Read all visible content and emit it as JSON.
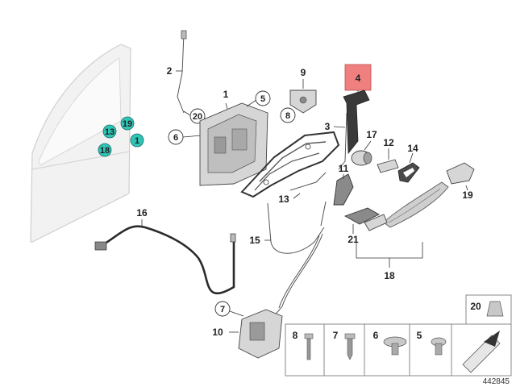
{
  "diagram": {
    "part_labels": {
      "p1": "1",
      "p2": "2",
      "p3": "3",
      "p4": "4",
      "p5": "5",
      "p6": "6",
      "p7": "7",
      "p8": "8",
      "p9": "9",
      "p10": "10",
      "p11": "11",
      "p12": "12",
      "p13": "13",
      "p14": "14",
      "p15": "15",
      "p16": "16",
      "p17": "17",
      "p18": "18",
      "p19": "19",
      "p20": "20",
      "p21": "21"
    },
    "door_markers": {
      "m13": "13",
      "m19": "19",
      "m18": "18",
      "m1": "1"
    },
    "legend": {
      "l8": "8",
      "l7": "7",
      "l6": "6",
      "l5": "5",
      "l20": "20"
    },
    "highlight_label": "4",
    "catalog_number": "442845",
    "colors": {
      "highlight": "#f08080",
      "marker": "#2ec4b6"
    }
  }
}
